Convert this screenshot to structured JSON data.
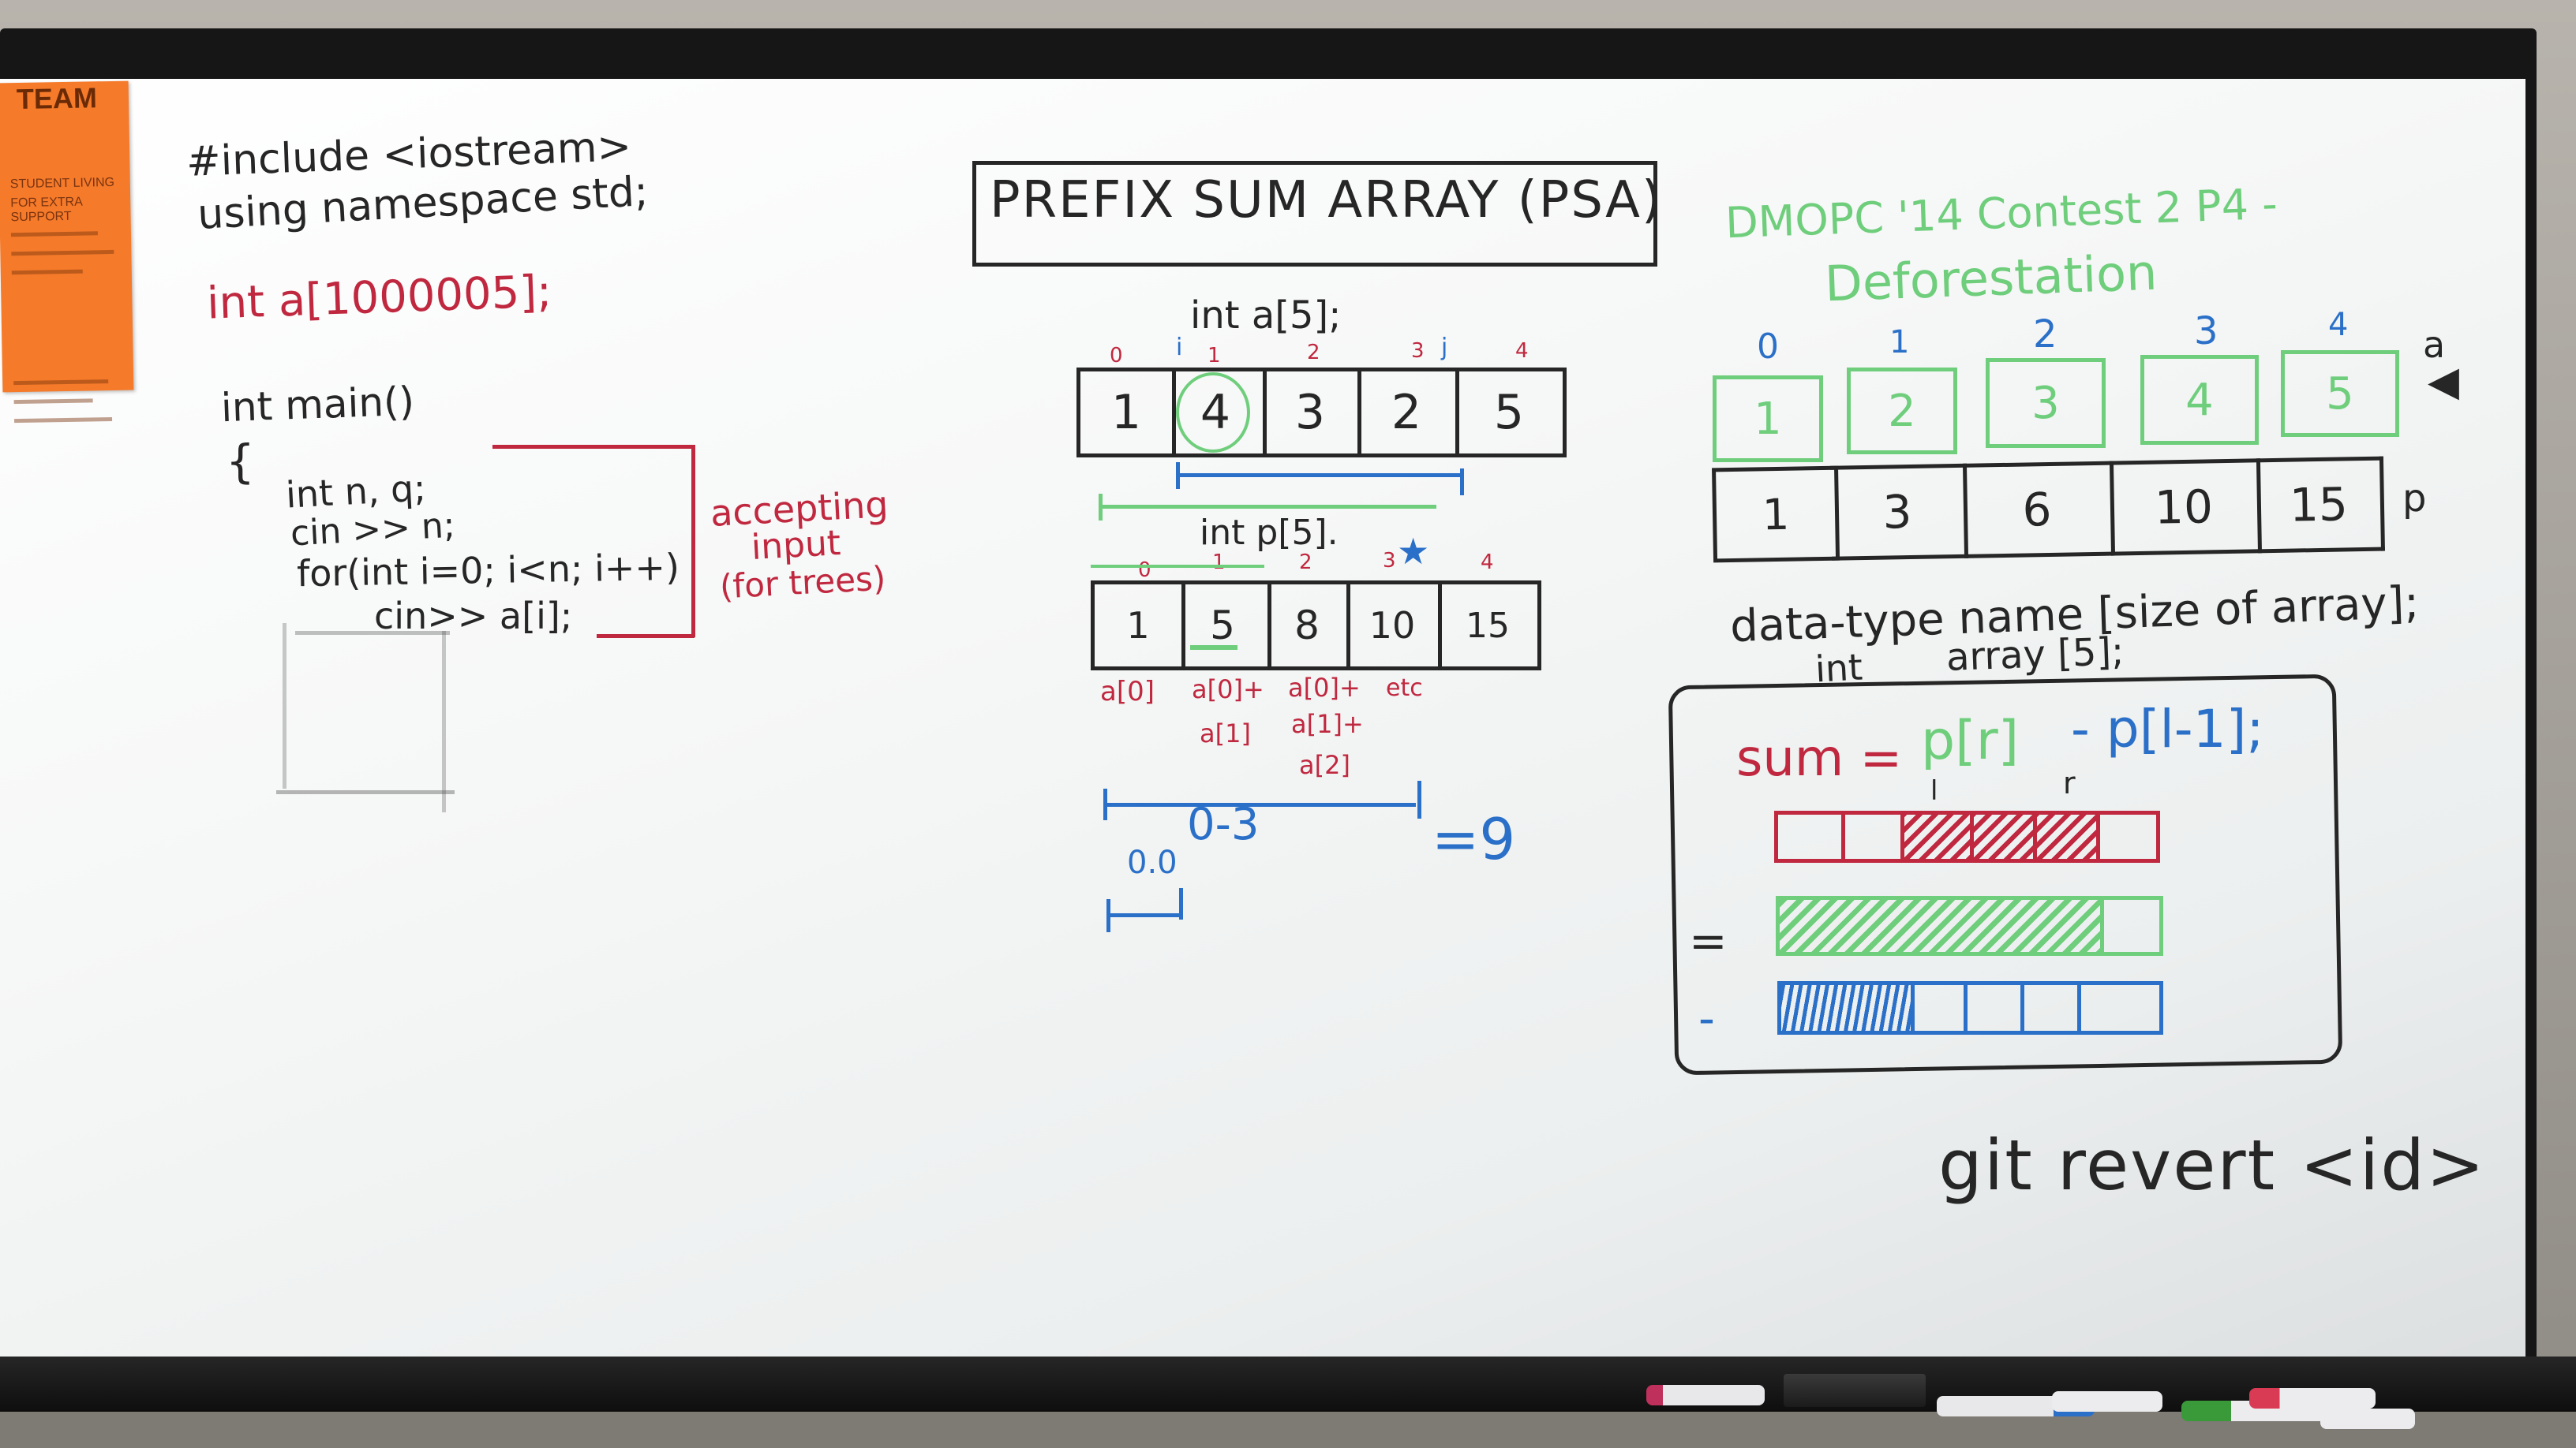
{
  "sticky_note": {
    "title": "TEAM",
    "lines": [
      "STUDENT LIVING",
      "FOR EXTRA SUPPORT"
    ]
  },
  "code": {
    "include": "#include <iostream>",
    "namespace": "using namespace std;",
    "array_decl": "int a[1000005];",
    "main": "int main()",
    "brace": "{",
    "vars": "int n, q;",
    "cin_n": "cin >> n;",
    "for_loop": "for(int i=0; i<n; i++)",
    "cin_a": "cin>> a[i];",
    "note_line1": "accepting",
    "note_line2": "input",
    "note_line3": "(for trees)"
  },
  "psa": {
    "title": "PREFIX SUM ARRAY (PSA)",
    "a_decl": "int a[5];",
    "a_indices": [
      "0",
      "1",
      "2",
      "3",
      "4"
    ],
    "a_values": [
      "1",
      "4",
      "3",
      "2",
      "5"
    ],
    "marker_i": "i",
    "marker_j": "j",
    "p_decl": "int p[5].",
    "p_indices": [
      "0",
      "1",
      "2",
      "3",
      "4"
    ],
    "p_values": [
      "1",
      "5",
      "8",
      "10",
      "15"
    ],
    "sum_notes": [
      [
        "a[0]"
      ],
      [
        "a[0]+",
        "a[1]"
      ],
      [
        "a[0]+",
        "a[1]+",
        "a[2]"
      ],
      [
        "etc"
      ]
    ],
    "range_label": "0-3",
    "equals": "=9",
    "zero_label": "0.0"
  },
  "dmopc": {
    "title_line1": "DMOPC '14 Contest 2 P4 -",
    "title_line2": "Deforestation",
    "a_indices": [
      "0",
      "1",
      "2",
      "3",
      "4"
    ],
    "a_values": [
      "1",
      "2",
      "3",
      "4",
      "5"
    ],
    "a_label": "a",
    "p_values": [
      "1",
      "3",
      "6",
      "10",
      "15"
    ],
    "p_label": "p",
    "decl_template": "data-type name [size of array];",
    "decl_example_type": "int",
    "decl_example_name": "array [5];",
    "formula_sum": "sum =",
    "formula_pr": "p[r]",
    "formula_minus": "- p[l-1];",
    "l_label": "l",
    "r_label": "r",
    "eq_sign": "=",
    "minus_sign": "-"
  },
  "git": {
    "command": "git revert <id>"
  },
  "colors": {
    "ink_black": "#262626",
    "ink_red": "#c0283f",
    "ink_green": "#6fce7c",
    "ink_blue": "#2b70c8",
    "sticky": "#f57a2a"
  }
}
